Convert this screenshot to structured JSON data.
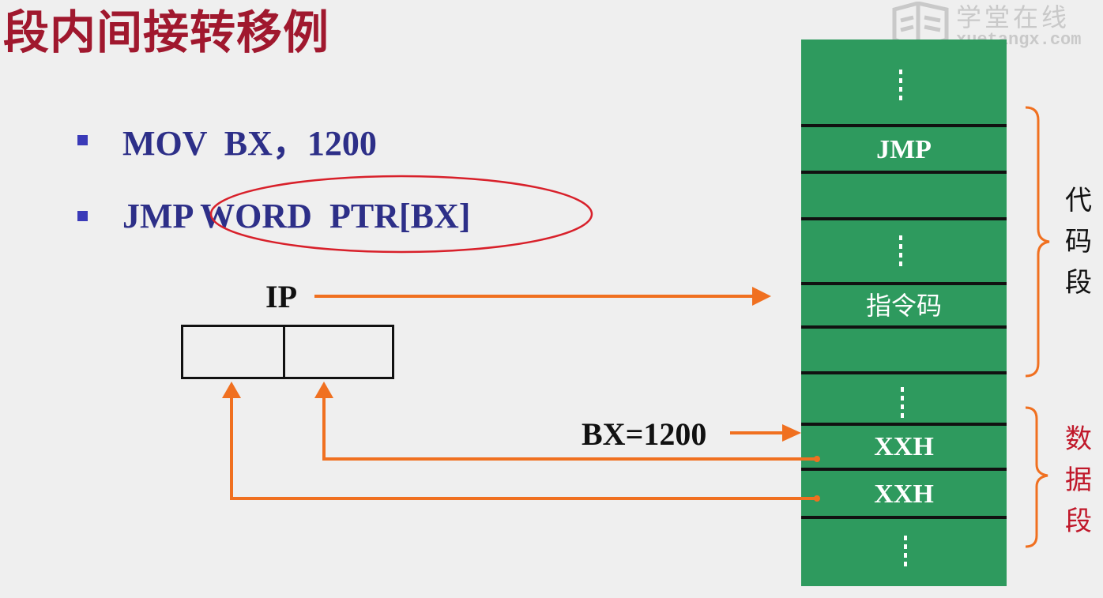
{
  "title": "段内间接转移例",
  "watermark": {
    "main": "学堂在线",
    "sub": "xuetangx.com"
  },
  "instructions": [
    "MOV  BX，1200",
    "JMP WORD  PTR[BX]"
  ],
  "ip_label": "IP",
  "bx_label": "BX=1200",
  "memory_cells": {
    "jmp": "JMP",
    "opcode": "指令码",
    "data_1": "XXH",
    "data_2": "XXH"
  },
  "segments": {
    "code": "代码段",
    "data": "数据段"
  },
  "colors": {
    "title": "#a0182e",
    "instruction_text": "#2d2f88",
    "bullet": "#3a3ab8",
    "memory_fill": "#2e9a5e",
    "arrow": "#f07020",
    "highlight_ellipse": "#d8202a",
    "data_segment_label": "#c0182a"
  }
}
